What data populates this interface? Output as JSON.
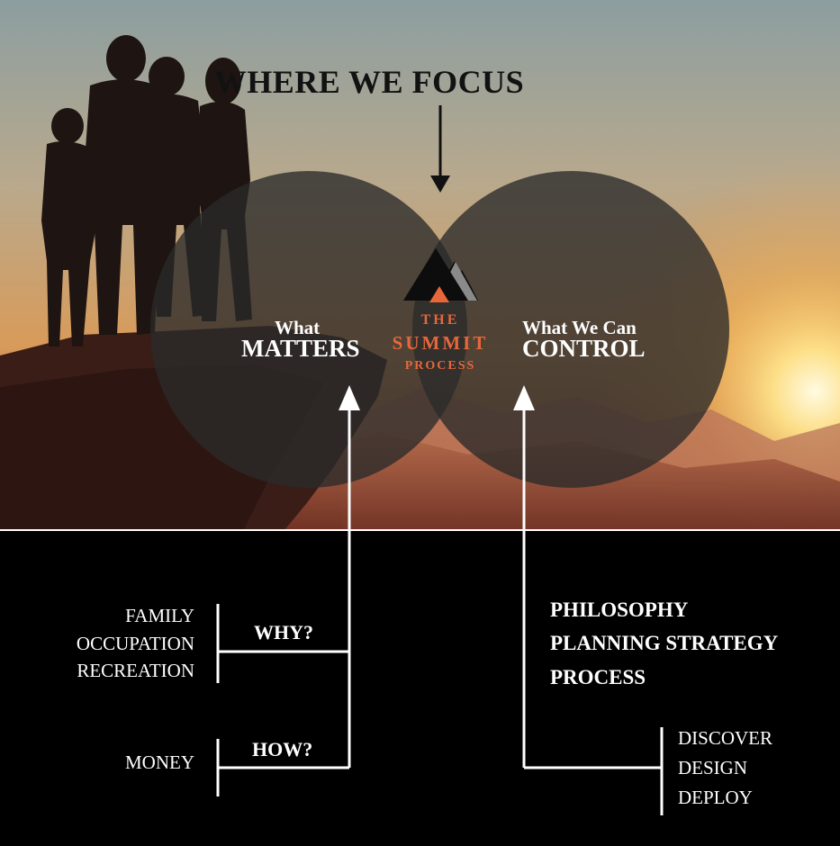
{
  "title": "WHERE WE FOCUS",
  "left_circle": {
    "small": "What",
    "big": "MATTERS"
  },
  "right_circle": {
    "small": "What We Can",
    "big": "CONTROL"
  },
  "center": {
    "line1": "THE",
    "line2": "SUMMIT",
    "line3": "PROCESS"
  },
  "why": {
    "question": "WHY?",
    "items": [
      "FAMILY",
      "OCCUPATION",
      "RECREATION"
    ]
  },
  "how": {
    "question": "HOW?",
    "items": [
      "MONEY"
    ]
  },
  "control_items": [
    "PHILOSOPHY",
    "PLANNING STRATEGY",
    "PROCESS"
  ],
  "process_steps": [
    "DISCOVER",
    "DESIGN",
    "DEPLOY"
  ],
  "colors": {
    "accent": "#e8673a",
    "circle": "#2a2a2a",
    "background_bottom": "#000000"
  }
}
